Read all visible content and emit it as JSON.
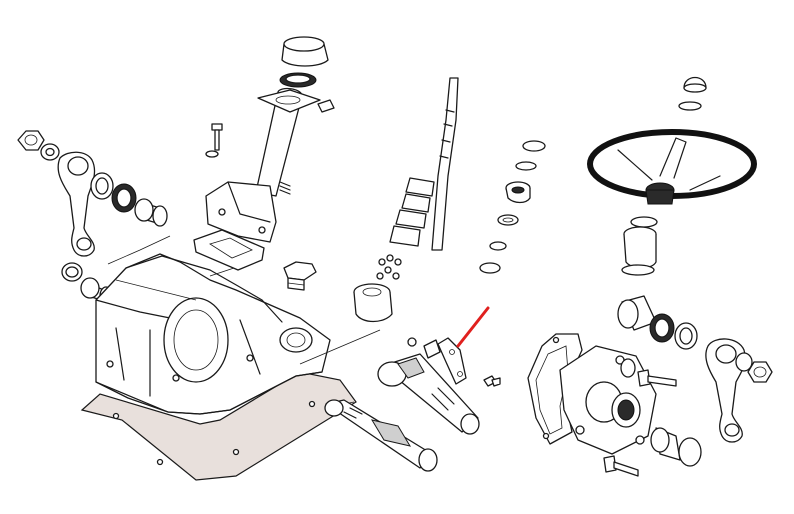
{
  "diagram": {
    "kind": "exploded-parts-view",
    "subject": "steering-gear-assembly",
    "colors": {
      "line": "#1a1a1a",
      "background": "#ffffff",
      "gasket_fill": "#e8e0dc",
      "highlight_marker": "#e0201e"
    },
    "highlight": {
      "part": "lock-plate",
      "marker": "red-line"
    }
  }
}
